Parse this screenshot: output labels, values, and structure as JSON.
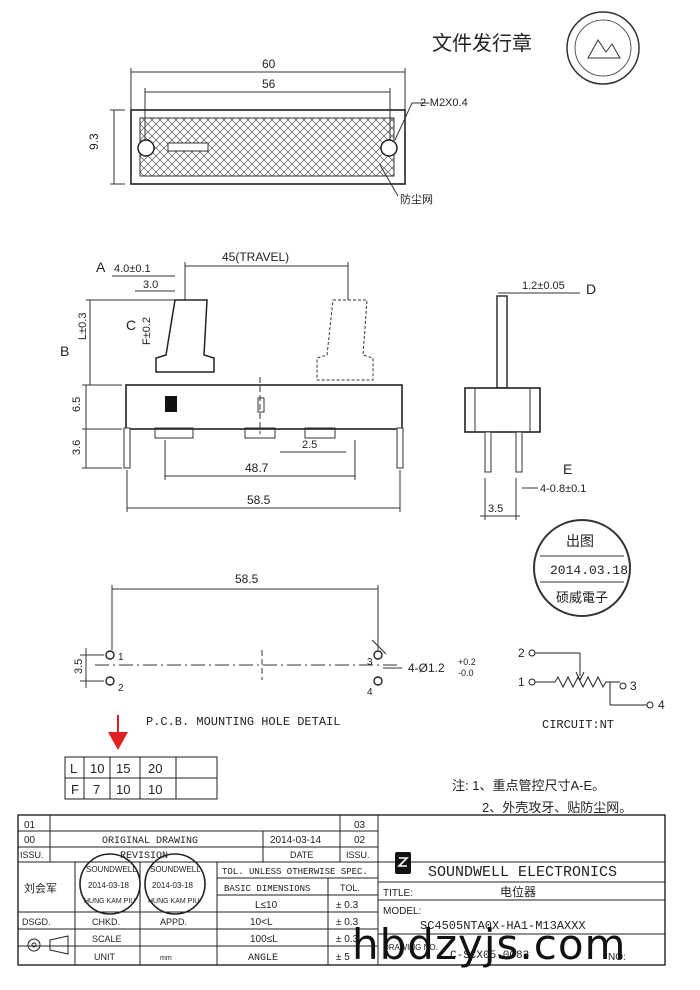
{
  "header": {
    "stamp_text": "文件发行章"
  },
  "top_view": {
    "dim_overall": "60",
    "dim_inner": "56",
    "dim_height": "9.3",
    "screw_label": "2-M2X0.4",
    "dust_label": "防尘网"
  },
  "front_view": {
    "label_a": "A",
    "dim_a": "4.0±0.1",
    "dim_3": "3.0",
    "travel": "45(TRAVEL)",
    "label_c": "C",
    "dim_f": "F±0.2",
    "label_b": "B",
    "dim_l": "L±0.3",
    "dim_65": "6.5",
    "dim_36": "3.6",
    "dim_25": "2.5",
    "dim_487": "48.7",
    "dim_585": "58.5"
  },
  "side_view": {
    "dim_d": "1.2±0.05",
    "label_d": "D",
    "label_e": "E",
    "dim_e": "4-0.8±0.1",
    "dim_35": "3.5"
  },
  "date_stamp": {
    "top": "出图",
    "date": "2014.03.18",
    "bottom": "硕威電子"
  },
  "pcb": {
    "dim_585": "58.5",
    "dim_35": "3.5",
    "hole": "4-Ø1.2",
    "tol_plus": "+0.2",
    "tol_minus": "-0.0",
    "pin1": "1",
    "pin2": "2",
    "pin3": "3",
    "pin4": "4",
    "caption": "P.C.B. MOUNTING HOLE DETAIL"
  },
  "circuit": {
    "pin2": "2",
    "pin1": "1",
    "pin3": "3",
    "pin4": "4",
    "caption": "CIRCUIT:NT"
  },
  "lf_table": {
    "row_l": [
      "L",
      "10",
      "15",
      "20",
      ""
    ],
    "row_f": [
      "F",
      "7",
      "10",
      "10",
      ""
    ]
  },
  "notes": {
    "line1": "注: 1、重点管控尺寸A-E。",
    "line2": "2、外壳攻牙、贴防尘网。"
  },
  "title_block": {
    "rev_01": "01",
    "rev_00": "00",
    "original": "ORIGINAL DRAWING",
    "orig_date": "2014-03-14",
    "issu": "ISSU.",
    "revision": "REVISION",
    "date_hdr": "DATE",
    "r03": "03",
    "r02": "02",
    "issu2": "ISSU.",
    "tol_hdr": "TOL. UNLESS OTHERWISE SPEC.",
    "basic_dim": "BASIC DIMENSIONS",
    "tol": "TOL.",
    "l_le_10": "L≤10",
    "l_le_10_tol": "± 0.3",
    "l_10_100": "10<L",
    "l_10_100_tol": "± 0.3",
    "l_100": "100≤L",
    "l_100_tol": "± 0.3",
    "angle": "ANGLE",
    "angle_tol": "± 5",
    "designer": "刘会军",
    "stamp1_name": "SOUNDWELL",
    "stamp1_date": "2014-03-18",
    "stamp1_person": "HUNG KAM PIU",
    "stamp2_name": "SOUNDWELL",
    "stamp2_date": "2014-03-18",
    "stamp2_person": "HUNG KAM PIU",
    "dsgd": "DSGD.",
    "chkd": "CHKD.",
    "appd": "APPD.",
    "scale": "SCALE",
    "unit": "UNIT",
    "unit_val": "mm",
    "company": "SOUNDWELL ELECTRONICS",
    "title_lbl": "TITLE:",
    "title_val": "电位器",
    "model_lbl": "MODEL:",
    "model_val": "SC4505NTA0X-HA1-M13AXXX",
    "drawing_lbl": "DRAWING NO.",
    "drawing_val": "C-SCX05-0083",
    "no_lbl": "NO:"
  },
  "watermark": {
    "text": "hbdzyjs.com"
  },
  "colors": {
    "ink": "#222222",
    "arrow": "#e02020",
    "hatch": "#555555"
  }
}
